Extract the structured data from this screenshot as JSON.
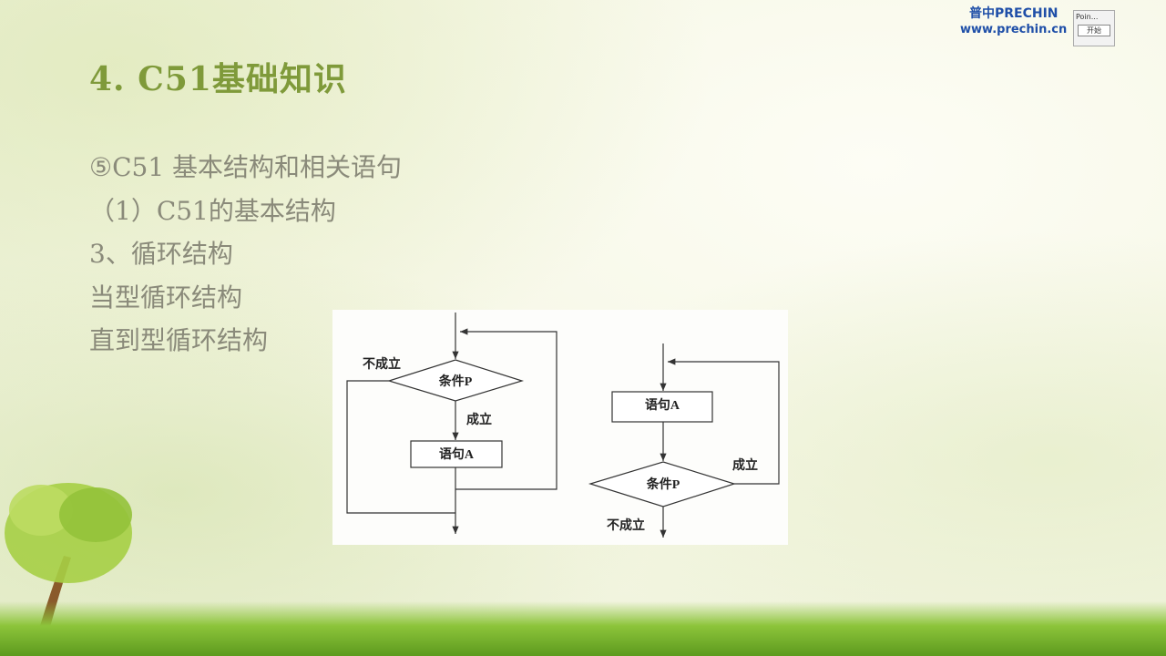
{
  "slide": {
    "title": "4. C51基础知识",
    "lines": [
      "⑤C51 基本结构和相关语句",
      "（1）C51的基本结构",
      "3、循环结构",
      "当型循环结构",
      "直到型循环结构"
    ]
  },
  "watermark": {
    "brand_cn": "普中PRECHIN",
    "brand_url": "www.prechin.cn",
    "window_title": "Poin...",
    "window_button": "开始"
  },
  "flowchart_while": {
    "condition": "条件P",
    "statement": "语句A",
    "true_label": "成立",
    "false_label": "不成立"
  },
  "flowchart_do_until": {
    "condition": "条件P",
    "statement": "语句A",
    "true_label": "成立",
    "false_label": "不成立"
  },
  "colors": {
    "title": "#7f9a3a",
    "body_text": "#8a8a7a",
    "brand": "#1f4fa8"
  }
}
